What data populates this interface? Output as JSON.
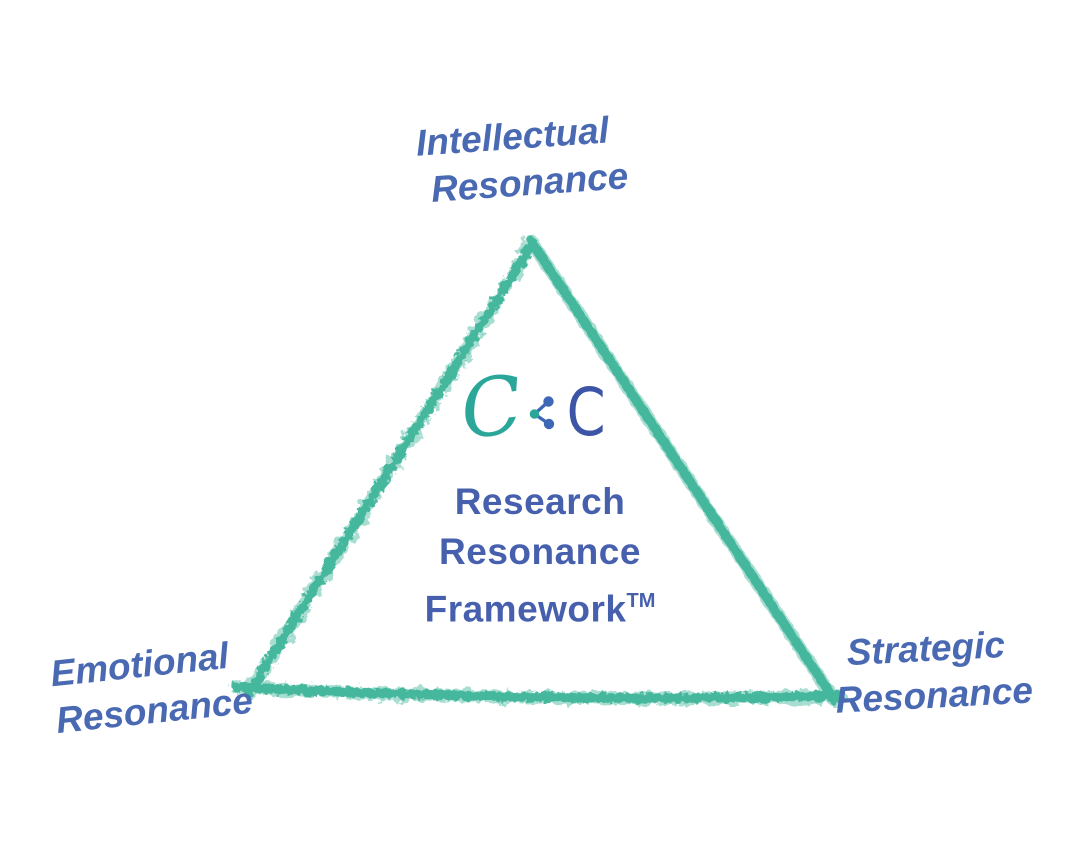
{
  "diagram": {
    "background": "#FFFFFF",
    "triangle": {
      "color": "#3FB69A",
      "style": "hand-drawn crayon outline"
    },
    "vertex_labels": {
      "top": {
        "line1": "Intellectual",
        "line2": "Resonance"
      },
      "bottom_left": {
        "line1": "Emotional",
        "line2": "Resonance"
      },
      "bottom_right": {
        "line1": "Strategic",
        "line2": "Resonance"
      }
    },
    "label_color": "#4A69B3",
    "center": {
      "logo": {
        "left_letter": "C",
        "right_letter": "C",
        "icon": "share-network-icon",
        "teal": "#2BA79A",
        "blue": "#3C55A6",
        "icon_blue": "#3E68B5"
      },
      "title_line1": "Research",
      "title_line2": "Resonance",
      "title_line3": "Framework",
      "trademark": "TM",
      "title_color": "#4660AE"
    }
  }
}
